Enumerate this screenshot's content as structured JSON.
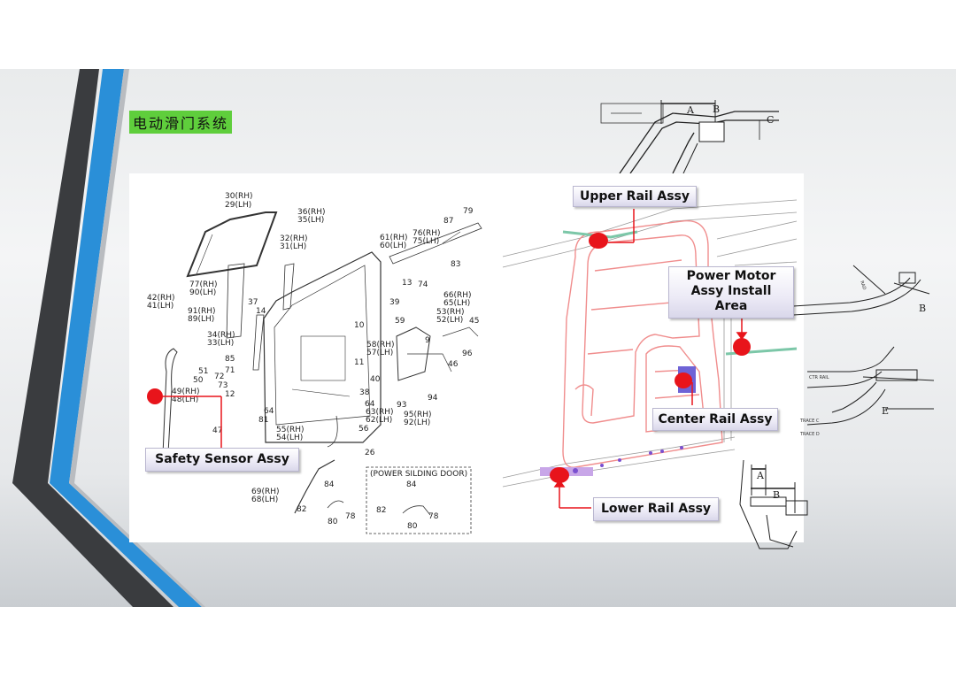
{
  "title": "电动滑门系统",
  "callouts": {
    "upper_rail": "Upper Rail Assy",
    "power_motor": [
      "Power Motor",
      "Assy Install",
      "Area"
    ],
    "center_rail": "Center Rail Assy",
    "lower_rail": "Lower Rail Assy",
    "safety_sensor": "Safety Sensor Assy"
  },
  "exploded_labels": [
    "30(RH)",
    "29(LH)",
    "36(RH)",
    "35(LH)",
    "32(RH)",
    "31(LH)",
    "77(RH)",
    "90(LH)",
    "42(RH)",
    "41(LH)",
    "91(RH)",
    "89(LH)",
    "37",
    "14",
    "34(RH)",
    "33(LH)",
    "85",
    "51",
    "50",
    "71",
    "72",
    "73",
    "12",
    "49(RH)",
    "48(LH)",
    "47",
    "64",
    "81",
    "55(RH)",
    "54(LH)",
    "61(RH)",
    "60(LH)",
    "76(RH)",
    "75(LH)",
    "87",
    "79",
    "83",
    "13",
    "74",
    "66(RH)",
    "65(LH)",
    "53(RH)",
    "52(LH)",
    "45",
    "96",
    "39",
    "59",
    "9",
    "10",
    "58(RH)",
    "57(LH)",
    "11",
    "46",
    "40",
    "38",
    "93",
    "94",
    "64",
    "63(RH)",
    "62(LH)",
    "56",
    "95(RH)",
    "92(LH)",
    "26",
    "69(RH)",
    "68(LH)",
    "84",
    "82",
    "78",
    "80",
    "(POWER SILDING DOOR)",
    "84",
    "82",
    "78",
    "80"
  ],
  "cad_labels": {
    "top": [
      "A",
      "B",
      "C"
    ],
    "right_mid": [
      "B",
      "RAD"
    ],
    "right_lower": [
      "CTR RAIL",
      "E",
      "TRACE C",
      "TRACE D"
    ],
    "bottom": [
      "A",
      "B"
    ]
  },
  "colors": {
    "accent_blue": "#2a8fd8",
    "accent_dark": "#3b3d40",
    "title_bg": "#5fce3c",
    "marker_red": "#e8141b",
    "door_red": "#f08d8d"
  }
}
